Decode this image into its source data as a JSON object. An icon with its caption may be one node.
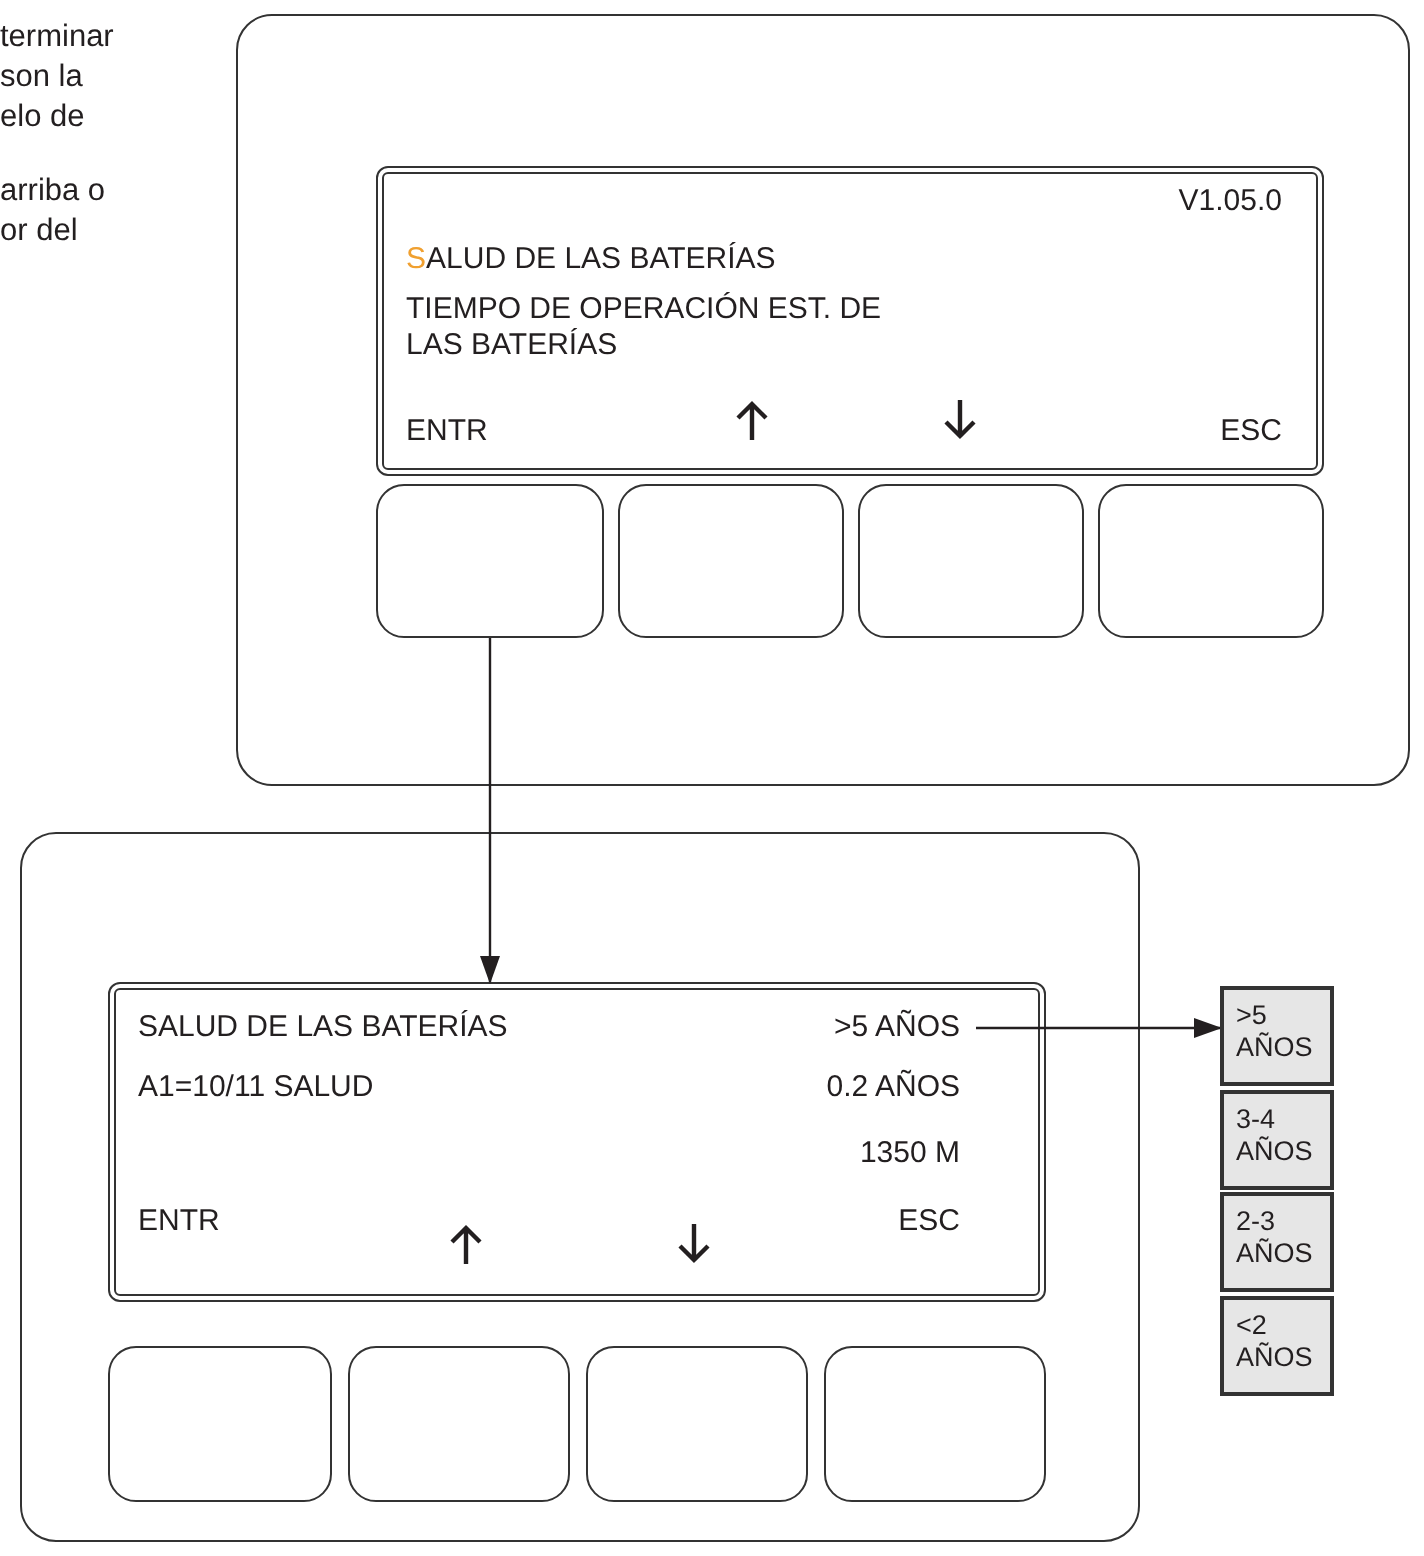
{
  "diagram": {
    "nodes": [
      {
        "text": [],
        "shape": "box"
      },
      {
        "text": [
          "V1.05.0",
          "SALUD DE LAS BATERÍAS",
          "TIEMPO DE OPERACIÓN EST. DE LAS BATERÍAS",
          "ENTR",
          "ESC"
        ],
        "in": 0
      },
      {
        "text": [],
        "shape": "box",
        "in": 0
      },
      {
        "text": [],
        "shape": "box",
        "in": 0
      },
      {
        "text": [],
        "shape": "box",
        "in": 0
      },
      {
        "text": [],
        "shape": "box",
        "in": 0
      },
      {
        "text": [],
        "shape": "box"
      },
      {
        "text": [
          "SALUD DE LAS BATERÍAS",
          "A1=10/11 SALUD",
          "0.2 AÑOS",
          "1350 M",
          "ENTR",
          "ESC"
        ],
        "in": 6
      },
      {
        "text": [
          ">5 AÑOS"
        ],
        "in": 7
      },
      {
        "text": [],
        "shape": "box",
        "in": 6
      },
      {
        "text": [],
        "shape": "box",
        "in": 6
      },
      {
        "text": [],
        "shape": "box",
        "in": 6
      },
      {
        "text": [],
        "shape": "box",
        "in": 6
      },
      {
        "text": [
          ">5 AÑOS"
        ]
      },
      {
        "text": [
          "3-4 AÑOS"
        ]
      },
      {
        "text": [
          "2-3 AÑOS"
        ]
      },
      {
        "text": [
          "<2 AÑOS"
        ]
      }
    ],
    "edges": [
      {
        "from": 2,
        "to": 7,
        "arrow": "to"
      },
      {
        "from": 8,
        "to": 13,
        "arrow": "to"
      }
    ],
    "labels": [
      "terminar",
      "son la",
      "elo de",
      "arriba o",
      "or del"
    ]
  }
}
